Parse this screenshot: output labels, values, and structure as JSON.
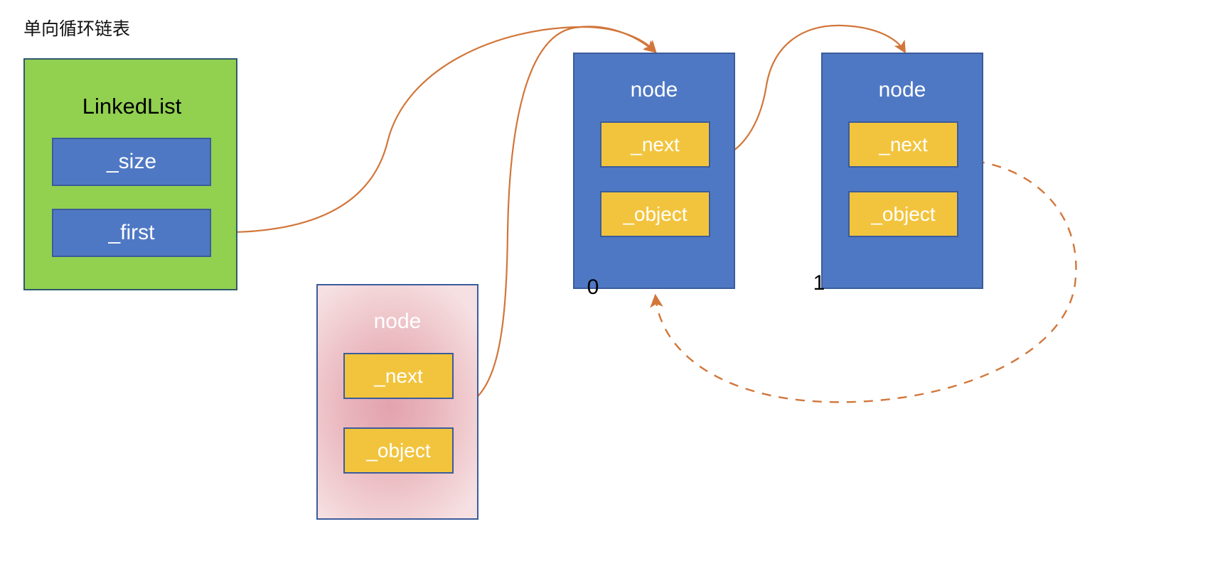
{
  "diagram": {
    "title": "单向循环链表",
    "colors": {
      "list_fill": "#92D050",
      "list_border": "#2E5A6B",
      "node_fill": "#4F78C4",
      "node_border": "#3B5C9B",
      "field_fill": "#F2C43D",
      "arrow": "#D2763A",
      "new_node_fill": "#E9B4BB",
      "text_light": "#FFFFFF",
      "text_dark": "#000000"
    }
  },
  "linked_list": {
    "name": "LinkedList",
    "fields": [
      {
        "label": "_size"
      },
      {
        "label": "_first"
      }
    ]
  },
  "nodes": [
    {
      "name": "node",
      "index_label": "0",
      "fields": [
        {
          "label": "_next"
        },
        {
          "label": "_object"
        }
      ]
    },
    {
      "name": "node",
      "index_label": "1",
      "fields": [
        {
          "label": "_next"
        },
        {
          "label": "_object"
        }
      ]
    }
  ],
  "new_node": {
    "name": "node",
    "fields": [
      {
        "label": "_next"
      },
      {
        "label": "_object"
      }
    ]
  },
  "edges": [
    {
      "name": "first-to-node0",
      "from": "_first",
      "to": "node 0",
      "style": "solid"
    },
    {
      "name": "newnode-next-to-node0",
      "from": "new node _next",
      "to": "node 0",
      "style": "solid"
    },
    {
      "name": "node0-next-to-node1",
      "from": "node 0 _next",
      "to": "node 1",
      "style": "solid"
    },
    {
      "name": "node1-next-to-node0",
      "from": "node 1 _next",
      "to": "node 0",
      "style": "dashed"
    }
  ]
}
